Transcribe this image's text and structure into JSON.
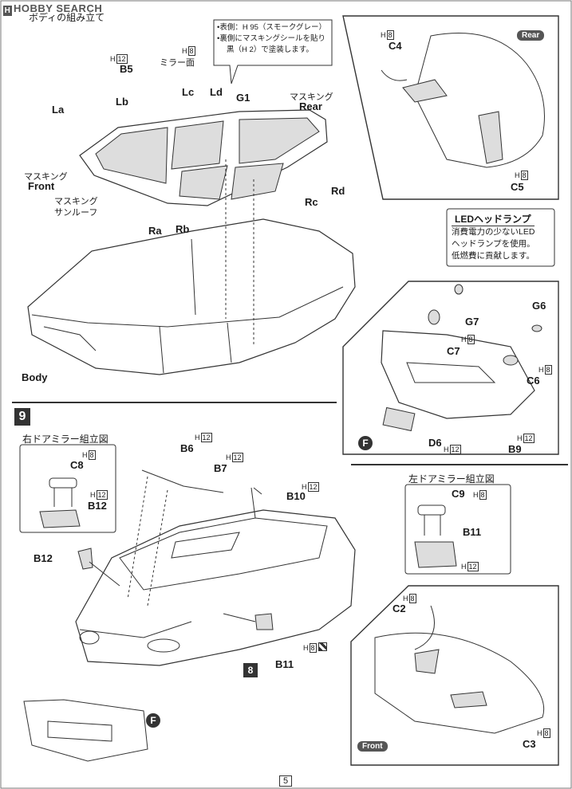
{
  "watermark": "HOBBY SEARCH",
  "step8": {
    "title": "ボディの組み立て",
    "callout": {
      "line1": "•表側：H 95（スモークグレー）",
      "line2": "•裏側にマスキングシールを貼り",
      "line3": "黒（H 2）で塗装します。"
    },
    "labels": {
      "b5": "B5",
      "b5_h": "12",
      "mirror": "ミラー面",
      "mirror_h": "8",
      "la": "La",
      "lb": "Lb",
      "lc": "Lc",
      "ld": "Ld",
      "g1": "G1",
      "masking_rear_jp": "マスキング",
      "masking_rear": "Rear",
      "masking_front_jp": "マスキング",
      "masking_front": "Front",
      "masking_sunroof_jp": "マスキング",
      "masking_sunroof": "サンルーフ",
      "ra": "Ra",
      "rb": "Rb",
      "rc": "Rc",
      "rd": "Rd",
      "body": "Body"
    }
  },
  "rear_panel": {
    "badge": "Rear",
    "c4": "C4",
    "c4_h": "8",
    "c5": "C5",
    "c5_h": "8"
  },
  "led_note": {
    "title": "LEDヘッドランプ",
    "line1": "消費電力の少ないLED",
    "line2": "ヘッドランプを使用。",
    "line3": "低燃費に貢献します。"
  },
  "bumper_panel": {
    "g7": "G7",
    "c7": "C7",
    "c7_h": "8",
    "g6": "G6",
    "c6": "C6",
    "c6_h": "8",
    "d6": "D6",
    "d6_h": "12",
    "b9": "B9",
    "b9_h": "12",
    "f": "F"
  },
  "step9": {
    "number": "9",
    "right_mirror_title": "右ドアミラー組立図",
    "c8": "C8",
    "c8_h": "8",
    "b12": "B12",
    "b12_h": "12",
    "b6": "B6",
    "b6_h": "12",
    "b7": "B7",
    "b7_h": "12",
    "b10": "B10",
    "b10_h": "12",
    "b12_main": "B12",
    "b11_main": "B11",
    "b11_h": "8",
    "ref8": "8",
    "f": "F"
  },
  "left_mirror": {
    "title": "左ドアミラー組立図",
    "c9": "C9",
    "c9_h": "8",
    "b11": "B11",
    "b11_h": "12"
  },
  "front_panel": {
    "badge": "Front",
    "c2": "C2",
    "c2_h": "8",
    "c3": "C3",
    "c3_h": "8"
  },
  "page": "5"
}
